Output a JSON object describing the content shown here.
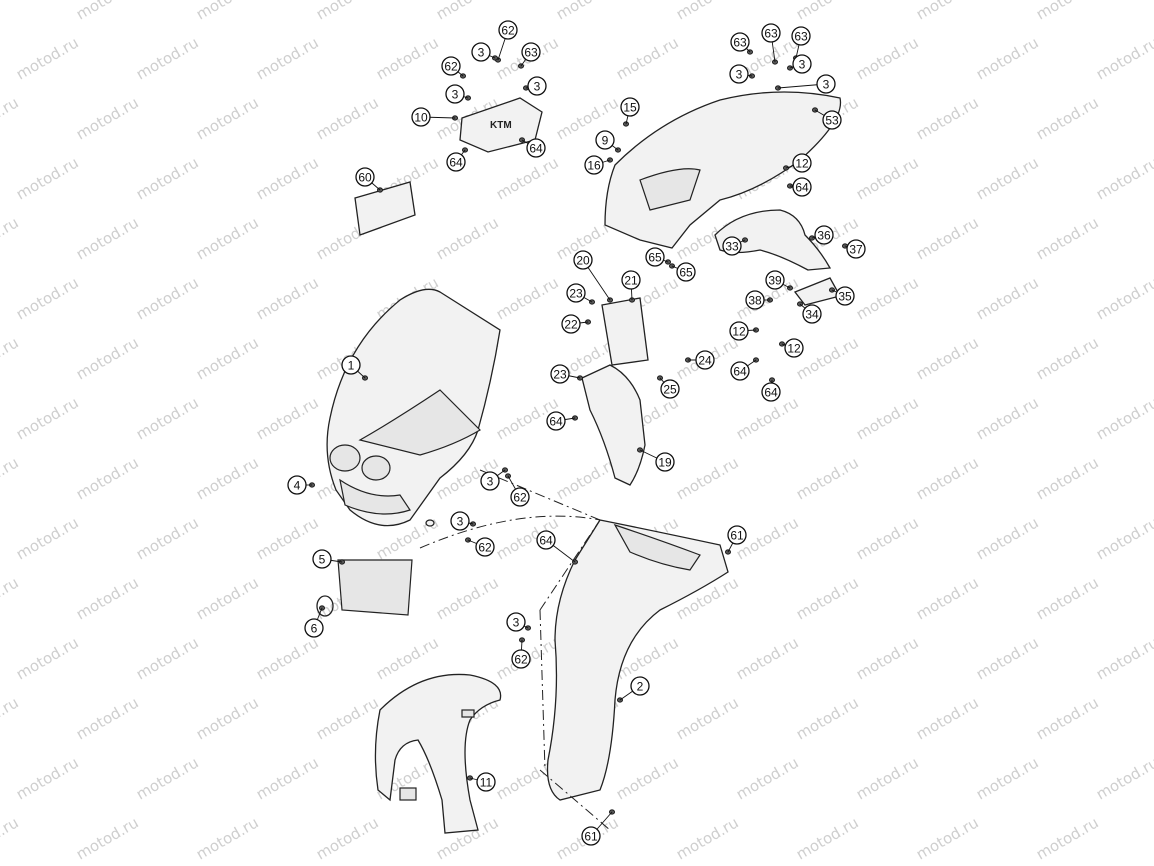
{
  "watermark": "motod.ru",
  "callouts": [
    "62",
    "3",
    "63",
    "3",
    "62",
    "3",
    "10",
    "64",
    "64",
    "60",
    "63",
    "63",
    "63",
    "3",
    "3",
    "3",
    "53",
    "15",
    "9",
    "16",
    "12",
    "64",
    "33",
    "36",
    "37",
    "39",
    "35",
    "38",
    "34",
    "20",
    "21",
    "65",
    "65",
    "23",
    "22",
    "12",
    "12",
    "23",
    "24",
    "25",
    "64",
    "64",
    "64",
    "1",
    "19",
    "4",
    "3",
    "62",
    "3",
    "62",
    "5",
    "6",
    "64",
    "61",
    "3",
    "62",
    "2",
    "11",
    "61"
  ]
}
